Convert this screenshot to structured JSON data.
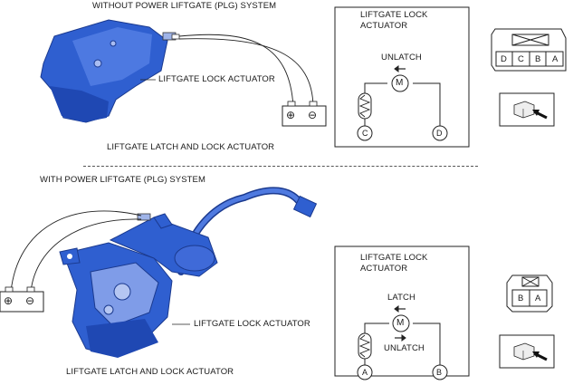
{
  "top": {
    "section_title": "WITHOUT POWER LIFTGATE (PLG) SYSTEM",
    "actuator_callout": "LIFTGATE LOCK ACTUATOR",
    "assembly_caption": "LIFTGATE LATCH AND LOCK ACTUATOR",
    "schematic": {
      "title_line1": "LIFTGATE LOCK",
      "title_line2": "ACTUATOR",
      "motor_symbol": "M",
      "direction_label": "UNLATCH",
      "terminal_left": "C",
      "terminal_right": "D"
    },
    "connector_pins": [
      "D",
      "C",
      "B",
      "A"
    ]
  },
  "bottom": {
    "section_title": "WITH POWER LIFTGATE (PLG) SYSTEM",
    "actuator_callout": "LIFTGATE LOCK ACTUATOR",
    "assembly_caption": "LIFTGATE LATCH AND LOCK ACTUATOR",
    "schematic": {
      "title_line1": "LIFTGATE LOCK",
      "title_line2": "ACTUATOR",
      "motor_symbol": "M",
      "direction_label_1": "LATCH",
      "direction_label_2": "UNLATCH",
      "terminal_left": "A",
      "terminal_right": "B"
    },
    "connector_pins": [
      "B",
      "A"
    ]
  },
  "battery": {
    "positive": "⊕",
    "negative": "⊖"
  },
  "colors": {
    "part_blue": "#2f5fd0",
    "part_dark": "#1b3a8f",
    "line": "#222222"
  }
}
